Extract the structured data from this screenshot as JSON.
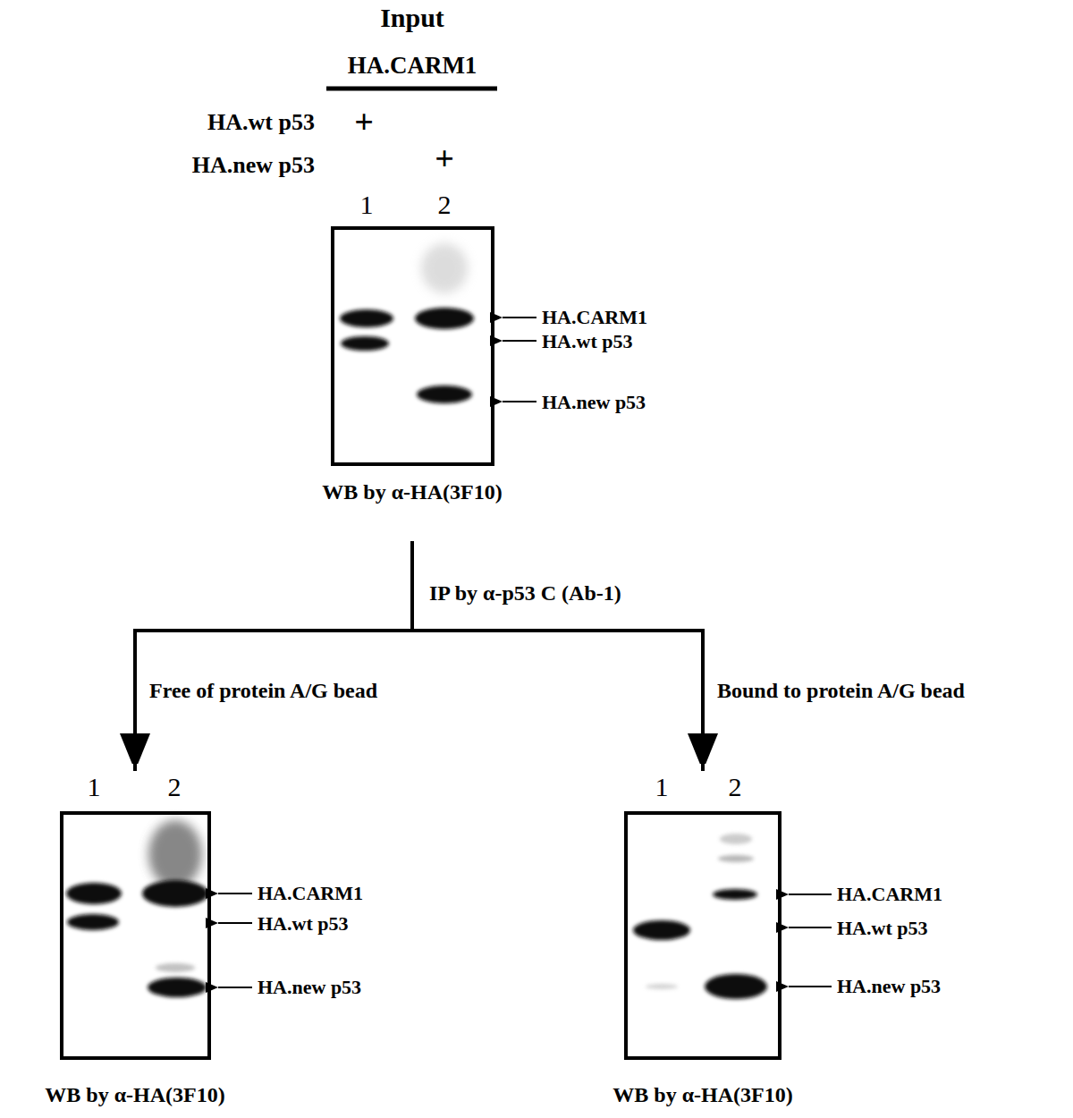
{
  "diagram": {
    "nodes": [
      {
        "text": [
          "WB by α-HA(3F10)"
        ]
      },
      {
        "text": [
          "WB by α-HA(3F10)"
        ]
      },
      {
        "text": [
          "WB by α-HA(3F10)"
        ]
      }
    ],
    "edges": [
      {
        "from": 0,
        "to": 1,
        "arrow": "to",
        "label": "Free of protein A/G bead"
      },
      {
        "from": 0,
        "to": 2,
        "arrow": "to",
        "label": "Bound to protein A/G bead"
      }
    ],
    "labels": [
      "Input",
      "HA.CARM1",
      "HA.wt p53",
      "HA.new p53",
      "+",
      "+",
      "1",
      "2",
      "HA.CARM1",
      "HA.wt p53",
      "HA.new p53",
      "IP by α-p53 C (Ab-1)",
      "1",
      "2",
      "HA.CARM1",
      "HA.wt p53",
      "HA.new p53",
      "1",
      "2",
      "HA.CARM1",
      "HA.wt p53",
      "HA.new p53"
    ]
  }
}
